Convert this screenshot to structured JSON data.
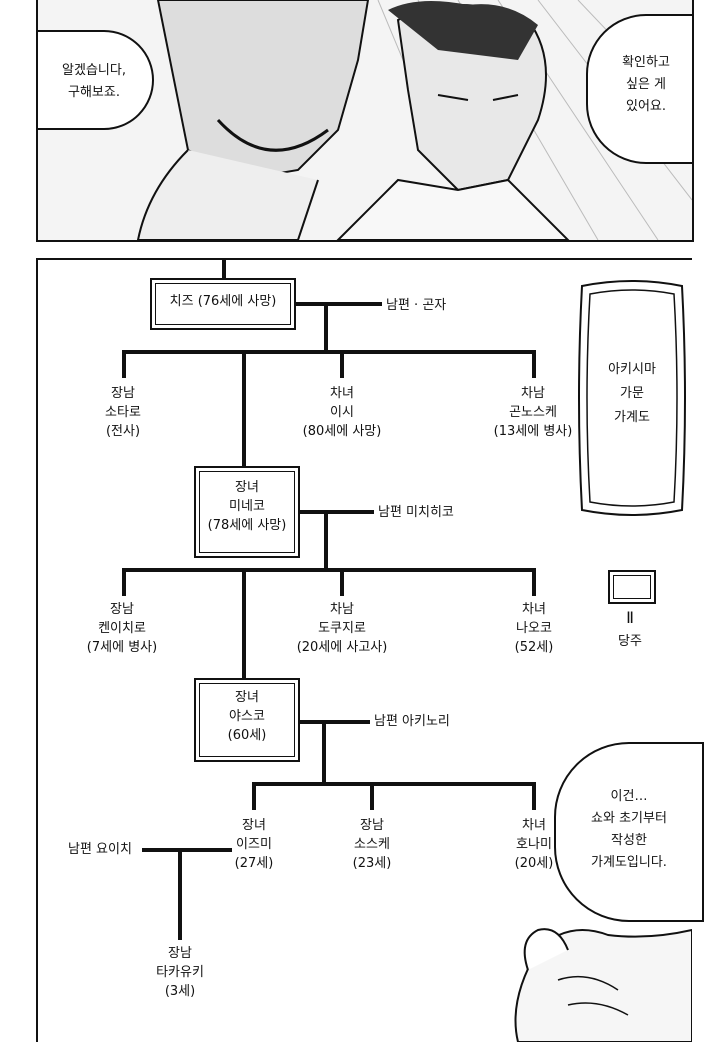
{
  "top_panel": {
    "left_bubble": [
      "알겠습니다,",
      "구해보죠."
    ],
    "right_bubble": [
      "확인하고",
      "싶은 게",
      "있어요."
    ]
  },
  "tree": {
    "root": "치즈 (76세에 사망)",
    "root_spouse": "남편 · 곤자",
    "gen1": [
      {
        "role": "장남",
        "name": "소타로",
        "note": "(전사)"
      },
      {
        "role": "차녀",
        "name": "이시",
        "note": "(80세에 사망)"
      },
      {
        "role": "차남",
        "name": "곤노스케",
        "note": "(13세에 병사)"
      }
    ],
    "heir1": {
      "role": "장녀",
      "name": "미네코",
      "note": "(78세에 사망)"
    },
    "heir1_spouse": "남편 미치히코",
    "gen2": [
      {
        "role": "장남",
        "name": "켄이치로",
        "note": "(7세에 병사)"
      },
      {
        "role": "차남",
        "name": "도쿠지로",
        "note": "(20세에 사고사)"
      },
      {
        "role": "차녀",
        "name": "나오코",
        "note": "(52세)"
      }
    ],
    "heir2": {
      "role": "장녀",
      "name": "야스코",
      "note": "(60세)"
    },
    "heir2_spouse": "남편 아키노리",
    "gen3": [
      {
        "role": "장녀",
        "name": "이즈미",
        "note": "(27세)"
      },
      {
        "role": "장남",
        "name": "소스케",
        "note": "(23세)"
      },
      {
        "role": "차녀",
        "name": "호나미",
        "note": "(20세)"
      }
    ],
    "izumi_spouse": "남편 요이치",
    "gen4": {
      "role": "장남",
      "name": "타카유키",
      "note": "(3세)"
    }
  },
  "title_plaque": [
    "아키시마",
    "가문",
    "가계도"
  ],
  "legend": {
    "symbol": "Ⅱ",
    "label": "당주"
  },
  "bottom_bubble": [
    "이건…",
    "쇼와 초기부터",
    "작성한",
    "가계도입니다."
  ]
}
